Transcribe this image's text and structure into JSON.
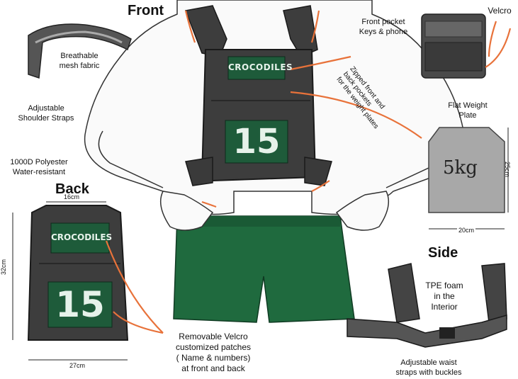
{
  "headings": {
    "front": "Front",
    "back": "Back",
    "side": "Side"
  },
  "labels": {
    "breathable": [
      "Breathable",
      "mesh fabric"
    ],
    "shoulder": [
      "Adjustable",
      "Shoulder Straps"
    ],
    "polyester": [
      "1000D Polyester",
      "Water-resistant"
    ],
    "front_pocket": [
      "Front pocket",
      "Keys & phone"
    ],
    "velcro": "Velcro",
    "zipped": [
      "Zipped front and",
      "back pockets",
      "for the weight plates"
    ],
    "flat_plate": [
      "Flat Weight",
      "Plate"
    ],
    "tpe": [
      "TPE foam",
      "in the",
      "Interior"
    ],
    "removable": [
      "Removable Velcro",
      "customized patches",
      "( Name & numbers)",
      "at front and back"
    ],
    "waist": [
      "Adjustable waist",
      "straps with buckles"
    ]
  },
  "patches": {
    "name": "CROCODILES",
    "number": "15"
  },
  "plate": {
    "weight": "5kg"
  },
  "measurements": {
    "back_top": "16cm",
    "back_height": "32cm",
    "back_width": "27cm",
    "plate_height": "25cm",
    "plate_width": "20cm"
  },
  "colors": {
    "vest": "#3d3d3d",
    "vest_dark": "#2a2a2a",
    "patch_green": "#1e5b3a",
    "shorts": "#1f6a3e",
    "arrow": "#e8723a",
    "plate": "#a8a8a8"
  }
}
